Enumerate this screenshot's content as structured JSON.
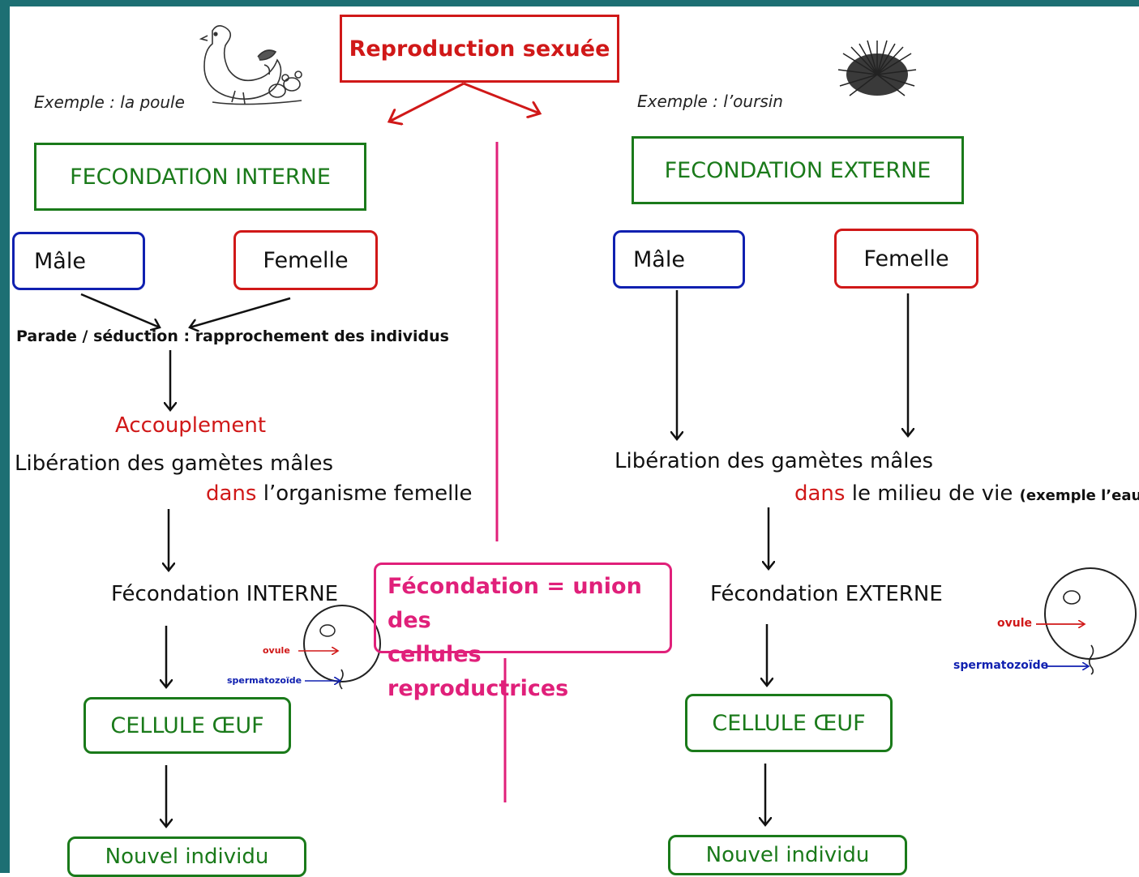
{
  "title": "Reproduction sexuée",
  "center_note": {
    "line1": "Fécondation = union des",
    "line2": "cellules reproductrices"
  },
  "left": {
    "example": "Exemple : la poule",
    "type": "FECONDATION INTERNE",
    "male": "Mâle",
    "female": "Femelle",
    "parade": "Parade / séduction : rapprochement des individus",
    "mating": "Accouplement",
    "release": "Libération des gamètes mâles",
    "where_prefix": "dans",
    "where_rest": "l’organisme femelle",
    "fertilization": "Fécondation INTERNE",
    "ovule_label": "ovule",
    "sperm_label": "spermatozoïde",
    "egg_cell": "CELLULE ŒUF",
    "new_individual": "Nouvel individu"
  },
  "right": {
    "example": "Exemple : l’oursin",
    "type": "FECONDATION EXTERNE",
    "male": "Mâle",
    "female": "Femelle",
    "release": "Libération des gamètes mâles",
    "where_prefix": "dans",
    "where_rest": "le milieu de vie",
    "where_note": "(exemple l’eau)",
    "fertilization": "Fécondation  EXTERNE",
    "ovule_label": "ovule",
    "sperm_label": "spermatozoïde",
    "egg_cell": "CELLULE ŒUF",
    "new_individual": "Nouvel individu"
  },
  "colors": {
    "frame": "#1d6f73",
    "title": "#d01818",
    "green": "#1a7a1a",
    "male_border": "#1020b0",
    "female_border": "#d01818",
    "center": "#e0207a",
    "ovule": "#d01818",
    "sperm": "#1020b0"
  },
  "icons": [
    "hen-illustration",
    "sea-urchin-illustration"
  ]
}
